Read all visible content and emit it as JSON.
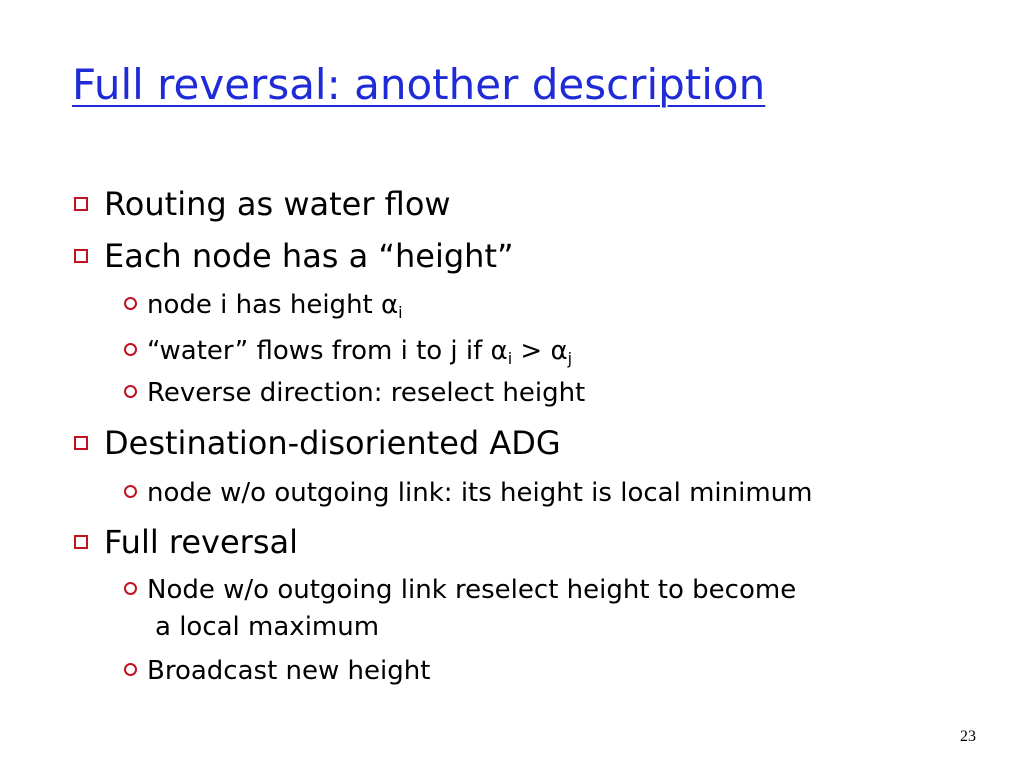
{
  "slide": {
    "title": "Full reversal: another description",
    "bullets": {
      "b1": "Routing as water flow",
      "b2": "Each node has a “height”",
      "b2_s1_text": "node i has height α",
      "b2_s1_sub": "i",
      "b2_s2_text": "“water” flows from i to j if α",
      "b2_s2_sub1": "i",
      "b2_s2_gt": " > α",
      "b2_s2_sub2": "j",
      "b2_s3": "Reverse direction: reselect height",
      "b3": "Destination-disoriented ADG",
      "b3_s1": "node w/o outgoing link: its height is local minimum",
      "b4": "Full reversal",
      "b4_s1_line1": "Node w/o outgoing link reselect height to become",
      "b4_s1_line2": "a local maximum",
      "b4_s2": "Broadcast new height"
    },
    "page_number": "23",
    "colors": {
      "title": "#1f2bd6",
      "bullet_marker": "#c1121f",
      "text": "#000000"
    },
    "icons": {
      "level1_marker": "hollow-square-icon",
      "level2_marker": "hollow-circle-icon"
    }
  }
}
